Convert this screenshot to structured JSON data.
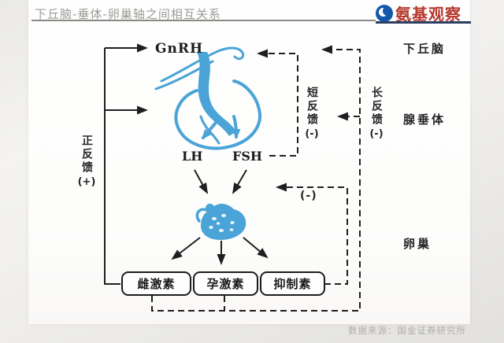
{
  "header": {
    "title": "下丘脑-垂体-卵巢轴之间相互关系",
    "brand": "氨基观察"
  },
  "footer": {
    "source": "数据来源：国金证券研究所"
  },
  "labels": {
    "gnrh": "GnRH",
    "lh": "LH",
    "fsh": "FSH",
    "hypothalamus": "下丘脑",
    "pituitary": "腺垂体",
    "ovary": "卵巢"
  },
  "feedback": {
    "positive": "正反馈",
    "positive_sign": "(+)",
    "short": "短反馈",
    "short_sign": "(-)",
    "long": "长反馈",
    "long_sign": "(-)",
    "ovary_inhibit_sign": "(-)"
  },
  "hormones": [
    {
      "label": "雌激素"
    },
    {
      "label": "孕激素"
    },
    {
      "label": "抑制素"
    }
  ],
  "colors": {
    "drawing_blue": "#4aa4d7",
    "line_black": "#1f1f1f",
    "brand_red": "#b6372c",
    "brand_blue": "#1558ab",
    "title_gray": "#9b9b97"
  }
}
